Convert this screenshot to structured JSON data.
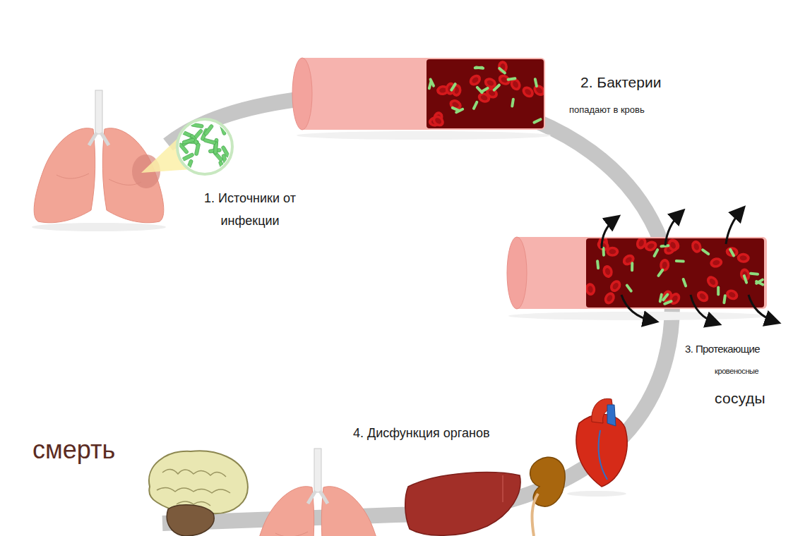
{
  "diagram": {
    "labels": [
      "1. Источники от инфекции",
      "2. Бактерии",
      "попадают в кровь",
      "3. Протекающие",
      "кровеносные",
      "сосуды",
      "4. Дисфункция органов",
      "смерть"
    ]
  }
}
